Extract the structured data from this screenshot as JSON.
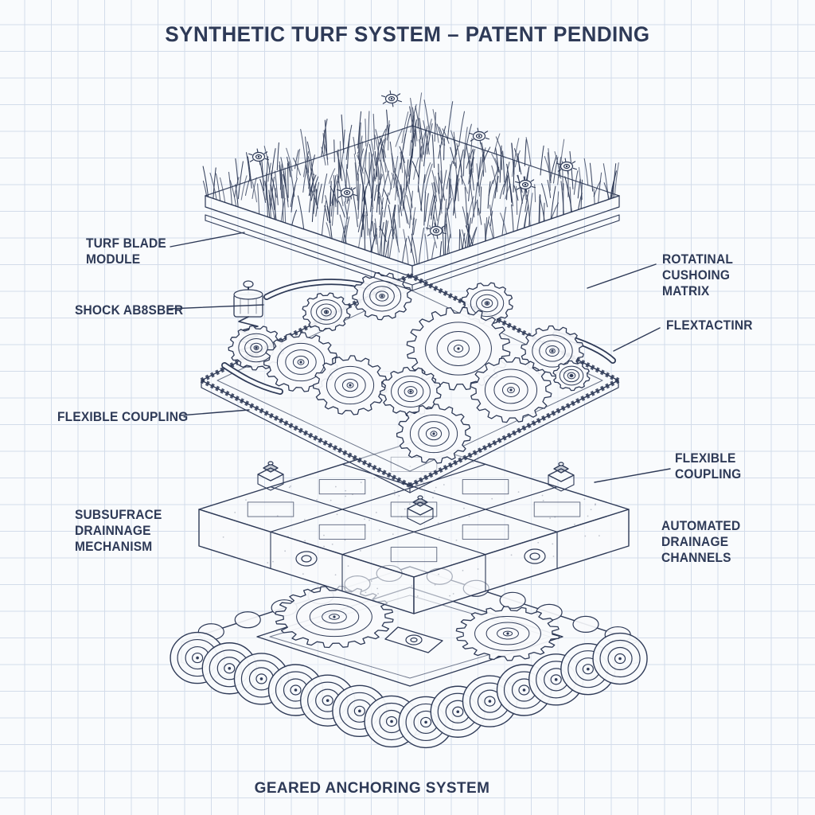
{
  "title": "SYNTHETIC TURF SYSTEM – PATENT PENDING",
  "caption": "GEARED ANCHORING SYSTEM",
  "labels": {
    "turf_blade": {
      "line1": "TURF BLADE",
      "line2": "MODULE"
    },
    "shock": {
      "line1": "SHOCK AB8SBER"
    },
    "flex_left": {
      "line1": "FLEXIBLE COUPLING"
    },
    "subsurface": {
      "line1": "SUBSUFRACE",
      "line2": "DRAINNAGE",
      "line3": "MECHANISM"
    },
    "rotational": {
      "line1": "ROTATINAL",
      "line2": "CUSHOING",
      "line3": "MATRIX"
    },
    "flextactinr": {
      "line1": "FLEXTACTINR"
    },
    "flex_right": {
      "line1": "FLEXIBLE",
      "line2": "COUPLING"
    },
    "automated": {
      "line1": "AUTOMATED",
      "line2": "DRAINAGE",
      "line3": "CHANNELS"
    }
  },
  "colors": {
    "ink": "#2e3a57",
    "paper": "#f8fafc",
    "grid": "#d3dcea"
  }
}
